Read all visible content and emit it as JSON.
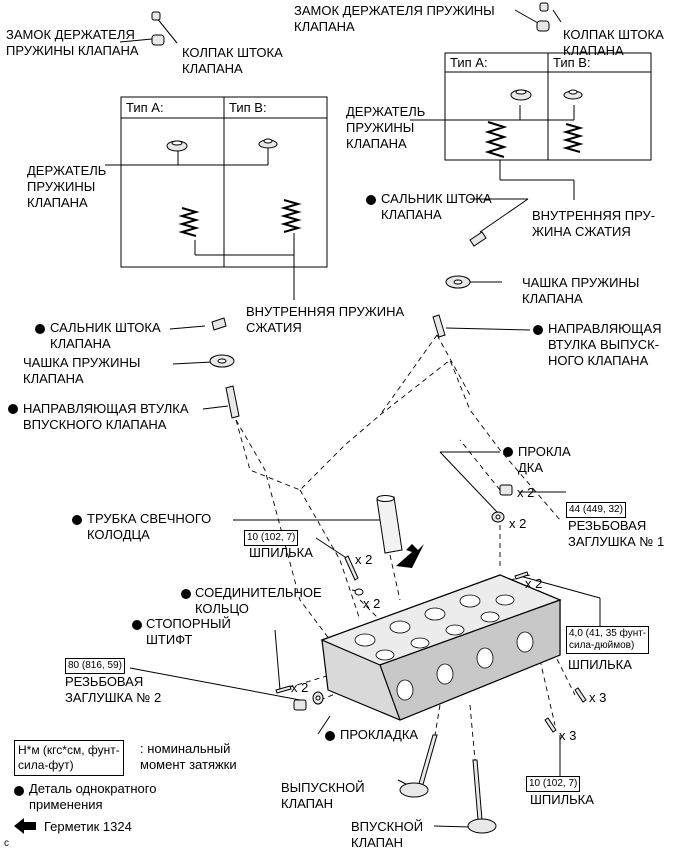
{
  "labels": {
    "lock_left": "ЗАМОК ДЕРЖАТЕЛЯ\nПРУЖИНЫ КЛАПАНА",
    "cap_left": "КОЛПАК ШТОКА\nКЛАПАНА",
    "lock_right": "ЗАМОК ДЕРЖАТЕЛЯ ПРУЖИНЫ\nКЛАПАНА",
    "cap_right": "КОЛПАК ШТОКА\nКЛАПАНА",
    "type_a": "Тип А:",
    "type_b": "Тип В:",
    "retainer_left": "ДЕРЖАТЕЛЬ\nПРУЖИНЫ\nКЛАПАНА",
    "retainer_right": "ДЕРЖАТЕЛЬ\nПРУЖИНЫ\nКЛАПАНА",
    "seal_right": "САЛЬНИК ШТОКА\nКЛАПАНА",
    "inner_spring_right": "ВНУТРЕННЯЯ ПРУ-\nЖИНА СЖАТИЯ",
    "inner_spring_left": "ВНУТРЕННЯЯ ПРУЖИНА\nСЖАТИЯ",
    "spring_seat_right": "ЧАШКА ПРУЖИНЫ\nКЛАПАНА",
    "seal_left": "САЛЬНИК ШТОКА\nКЛАПАНА",
    "exhaust_guide": "НАПРАВЛЯЮЩАЯ\nВТУЛКА ВЫПУСК-\nНОГО КЛАПАНА",
    "spring_seat_left": "ЧАШКА ПРУЖИНЫ\nКЛАПАНА",
    "intake_guide": "НАПРАВЛЯЮЩАЯ ВТУЛКА\nВПУСКНОГО КЛАПАНА",
    "gasket_top": "ПРОКЛА\nДКА",
    "plug1": "РЕЗЬБОВАЯ\nЗАГЛУШКА № 1",
    "spark_tube": "ТРУБКА СВЕЧНОГО\nКОЛОДЦА",
    "stud_top": "ШПИЛЬКА",
    "ring": "СОЕДИНИТЕЛЬНОЕ\nКОЛЬЦО",
    "pin": "СТОПОРНЫЙ\nШТИФТ",
    "stud_right": "ШПИЛЬКА",
    "plug2": "РЕЗЬБОВАЯ\nЗАГЛУШКА № 2",
    "gasket_bottom": "ПРОКЛАДКА",
    "exhaust_valve": "ВЫПУСКНОЙ\nКЛАПАН",
    "intake_valve": "ВПУСКНОЙ\nКЛАПАН",
    "stud_bottom": "ШПИЛЬКА"
  },
  "torques": {
    "plug1": "44 (449, 32)",
    "stud_top": "10 (102, 7)",
    "stud_right": "4,0 (41, 35 фунт-\nсила-дюймов)",
    "plug2": "80 (816, 59)",
    "stud_bottom": "10 (102, 7)"
  },
  "counts": {
    "gasket_top": "x 2",
    "plug1": "x 2",
    "stud_top": "x 2",
    "ring": "x 2",
    "stud_right": "x 2",
    "pin": "x 2",
    "stud_bottom_a": "x 3",
    "stud_bottom_b": "x 3"
  },
  "legend": {
    "torque_box": "Н*м (кгс*см, фунт-\nсила-фут)",
    "torque_text": ": номинальный\nмомент затяжки",
    "one_time": "Деталь однократного\nприменения",
    "sealant": "Герметик 1324"
  },
  "corner_mark": "c",
  "colors": {
    "ink": "#000000",
    "background": "#ffffff",
    "part_fill": "#e8e8e8"
  }
}
